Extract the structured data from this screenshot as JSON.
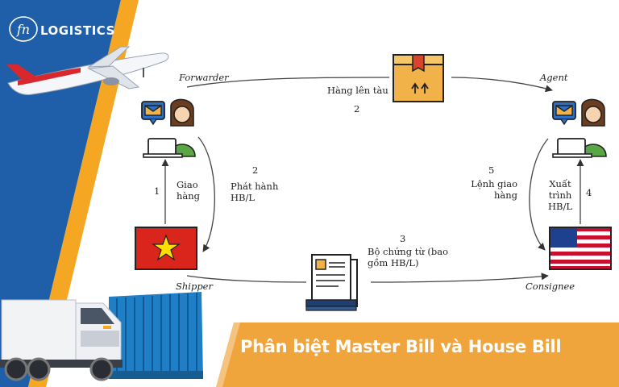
{
  "brand": {
    "logo_mark": "fn",
    "name": "LOGISTICS"
  },
  "roles": {
    "forwarder": "Forwarder",
    "agent": "Agent",
    "shipper": "Shipper",
    "consignee": "Consignee"
  },
  "steps": {
    "s1_num": "1",
    "s1_label": [
      "Giao",
      "hàng"
    ],
    "s2a_num": "2",
    "s2a_label": [
      "Phát hành",
      "HB/L"
    ],
    "s2b_num": "2",
    "s2b_label": "Hàng lên tàu",
    "s3_num": "3",
    "s3_label": [
      "Bộ chứng từ (bao",
      "gồm HB/L)"
    ],
    "s4_num": "4",
    "s4_label": [
      "Xuất",
      "trình",
      "HB/L"
    ],
    "s5_num": "5",
    "s5_label": [
      "Lệnh giao",
      "hàng"
    ]
  },
  "banner": {
    "title": "Phân biệt Master Bill và House Bill"
  },
  "icons": [
    "airplane-icon",
    "truck-icon",
    "container-icon",
    "package-icon",
    "documents-icon",
    "vietnam-flag-icon",
    "usa-flag-icon",
    "forwarder-person-icon",
    "agent-person-icon"
  ],
  "colors": {
    "blue_panel": "#1f5ea8",
    "orange_stripe": "#f5a623",
    "banner": "#f0a43c",
    "flag_red": "#da251d",
    "flag_star": "#ffde00",
    "box": "#f2b24a"
  }
}
